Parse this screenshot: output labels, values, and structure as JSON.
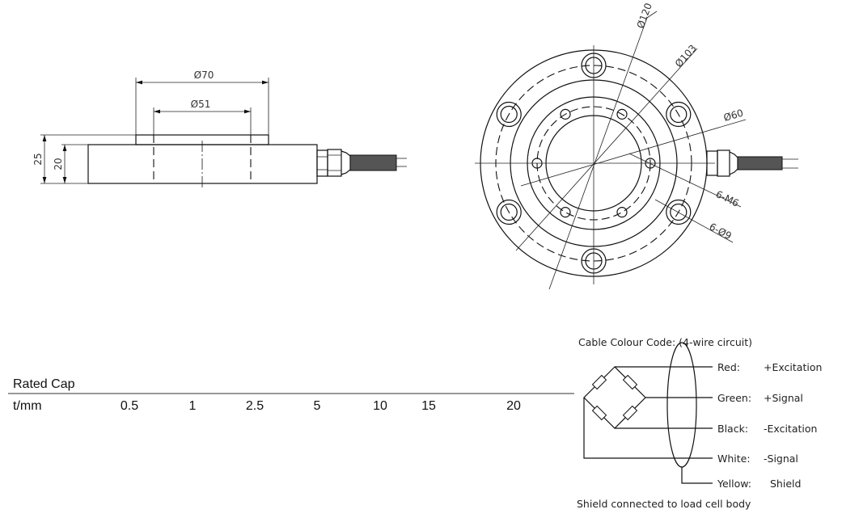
{
  "side_view": {
    "dim_outer_boss": "Ø70",
    "dim_inner_boss": "Ø51",
    "dim_total_height": "25",
    "dim_body_height": "20"
  },
  "top_view": {
    "dim_outer": "Ø120",
    "dim_bolt_circle": "Ø103",
    "dim_inner": "Ø60",
    "dim_threaded_holes": "6-M6",
    "dim_through_holes": "6-Ø9"
  },
  "table": {
    "header": "Rated Cap",
    "row_label": "t/mm",
    "values": [
      "0.5",
      "1",
      "2.5",
      "5",
      "10",
      "15",
      "20"
    ]
  },
  "wiring": {
    "title": "Cable Colour Code: (4-wire circuit)",
    "wires": [
      {
        "color": "Red:",
        "signal": "+Excitation"
      },
      {
        "color": "Green:",
        "signal": "+Signal"
      },
      {
        "color": "Black:",
        "signal": "-Excitation"
      },
      {
        "color": "White:",
        "signal": "-Signal"
      },
      {
        "color": "Yellow:",
        "signal": "Shield"
      }
    ],
    "note": "Shield connected to load cell body"
  }
}
